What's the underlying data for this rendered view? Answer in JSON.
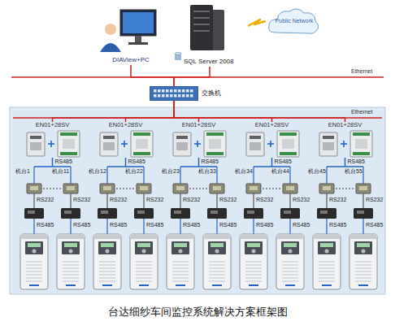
{
  "diagram": {
    "caption": "台达细纱车间监控系统解决方案框架图",
    "nodes": [
      {
        "text": [
          "DIAView+PC"
        ]
      },
      {
        "text": [
          "SQL Server 2008"
        ]
      },
      {
        "text": [
          "Public Network"
        ]
      },
      {
        "text": [
          "交换机"
        ]
      },
      {
        "text": [
          "EN01+28SV"
        ]
      },
      {
        "text": [
          "EN01+28SV"
        ]
      },
      {
        "text": [
          "EN01+28SV"
        ]
      },
      {
        "text": [
          "EN01+28SV"
        ]
      },
      {
        "text": [
          "EN01+28SV"
        ]
      }
    ],
    "edges": [
      {
        "from": 0,
        "to": 3,
        "arrow": "none"
      },
      {
        "from": 1,
        "to": 3,
        "arrow": "none"
      },
      {
        "from": 1,
        "to": 2,
        "arrow": "none"
      },
      {
        "from": 3,
        "to": 4,
        "arrow": "none"
      },
      {
        "from": 3,
        "to": 5,
        "arrow": "none"
      },
      {
        "from": 3,
        "to": 6,
        "arrow": "none"
      },
      {
        "from": 3,
        "to": 7,
        "arrow": "none"
      },
      {
        "from": 3,
        "to": 8,
        "arrow": "none"
      }
    ],
    "labels": [
      "Ethernet",
      "Ethernet",
      "RS485",
      "RS485",
      "RS485",
      "RS485",
      "RS485",
      "机台1",
      "机台11",
      "机台12",
      "机台22",
      "机台23",
      "机台33",
      "机台34",
      "机台44",
      "机台45",
      "机台55",
      "RS232",
      "RS232",
      "RS232",
      "RS232",
      "RS232",
      "RS232",
      "RS232",
      "RS232",
      "RS232",
      "RS232",
      "RS485",
      "RS485",
      "RS485",
      "RS485",
      "RS485",
      "RS485",
      "RS485",
      "RS485",
      "RS485",
      "RS485"
    ]
  }
}
